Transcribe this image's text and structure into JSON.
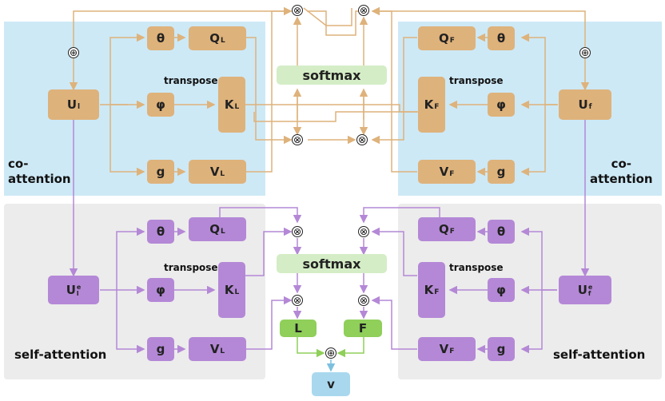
{
  "labels": {
    "co_attention_left": "co-\nattention",
    "co_attention_right": "co-\nattention",
    "self_attention_left": "self-attention",
    "self_attention_right": "self-attention",
    "transpose": "transpose",
    "softmax": "softmax"
  },
  "symbols": {
    "multiply": "⊗",
    "add": "⊕"
  },
  "top_left": {
    "theta": "θ",
    "phi": "φ",
    "g": "g",
    "q": "Q",
    "q_sub": "L",
    "k": "K",
    "k_sub": "L",
    "v": "V",
    "v_sub": "L",
    "u": "U",
    "u_sub": "l"
  },
  "top_right": {
    "theta": "θ",
    "phi": "φ",
    "g": "g",
    "q": "Q",
    "q_sub": "F",
    "k": "K",
    "k_sub": "F",
    "v": "V",
    "v_sub": "F",
    "u": "U",
    "u_sub": "f"
  },
  "bottom_left": {
    "theta": "θ",
    "phi": "φ",
    "g": "g",
    "q": "Q",
    "q_sub": "L",
    "k": "K",
    "k_sub": "L",
    "v": "V",
    "v_sub": "L",
    "u": "U",
    "u_sub": "l",
    "u_sup": "e"
  },
  "bottom_right": {
    "theta": "θ",
    "phi": "φ",
    "g": "g",
    "q": "Q",
    "q_sub": "F",
    "k": "K",
    "k_sub": "F",
    "v": "V",
    "v_sub": "F",
    "u": "U",
    "u_sub": "f",
    "u_sup": "e"
  },
  "outputs": {
    "l": "L",
    "f": "F",
    "v": "v"
  },
  "colors": {
    "tan": "#deb27b",
    "purple": "#b488d6",
    "green": "#8fcf5a",
    "softmax": "#d4edc6",
    "blue": "#a9d8ee",
    "panel_blue": "#cde9f6",
    "panel_gray": "#ececec"
  }
}
